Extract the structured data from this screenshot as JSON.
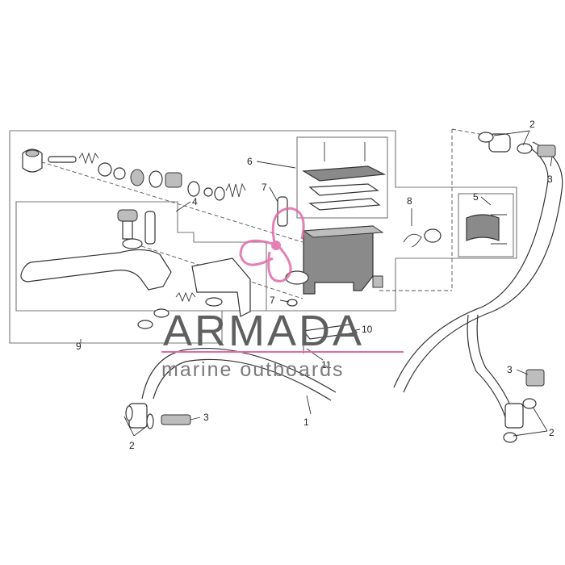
{
  "callouts": {
    "c1": "1",
    "c2a": "2",
    "c2b": "2",
    "c2c": "2",
    "c3a": "3",
    "c3b": "3",
    "c3c": "3",
    "c4": "4",
    "c5": "5",
    "c6": "6",
    "c7a": "7",
    "c7b": "7",
    "c8": "8",
    "c9": "9",
    "c10": "10",
    "c11": "11"
  },
  "watermark": {
    "word": "ARMADA",
    "subtitle": "marine outboards",
    "logo_color": "#e06aa8"
  }
}
